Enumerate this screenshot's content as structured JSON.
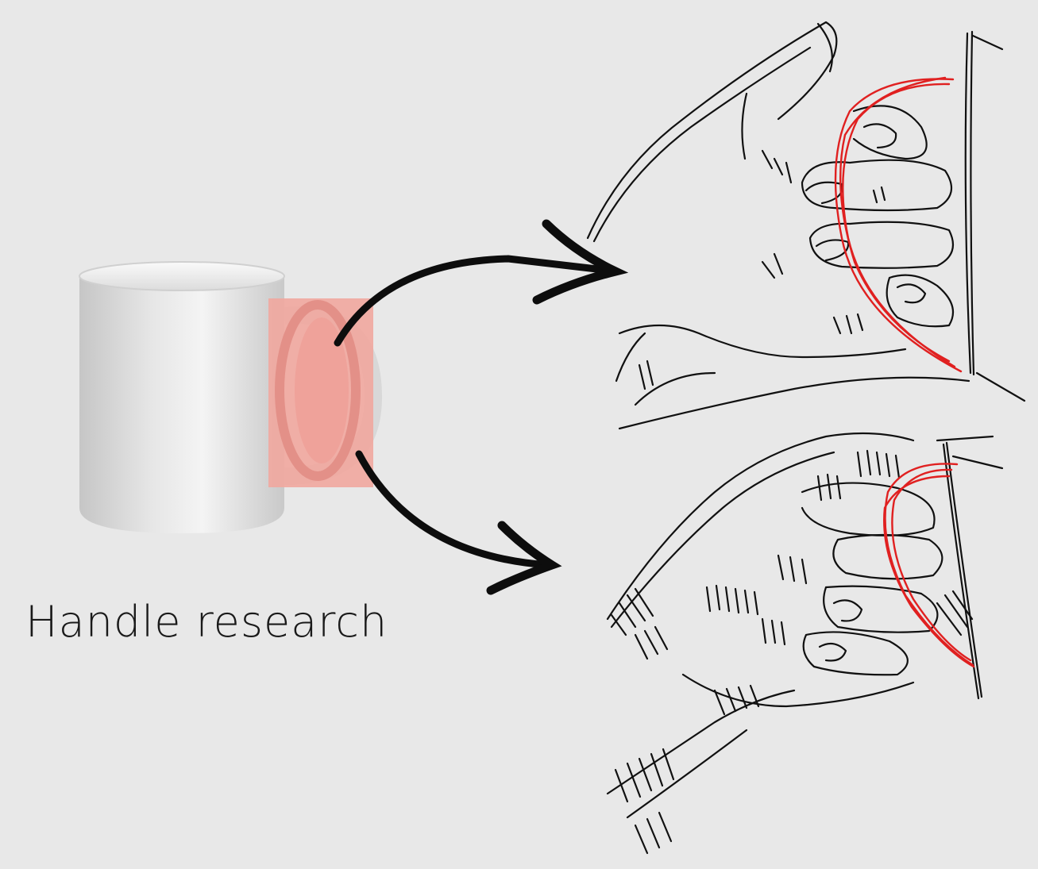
{
  "caption": "Handle research",
  "colors": {
    "background": "#e8e8e8",
    "highlight": "#f0a8a0",
    "sketch_line": "#111111",
    "handle_outline": "#e02020"
  },
  "icons": [
    "mug-illustration",
    "arrow-icon",
    "hand-grip-sketch"
  ]
}
